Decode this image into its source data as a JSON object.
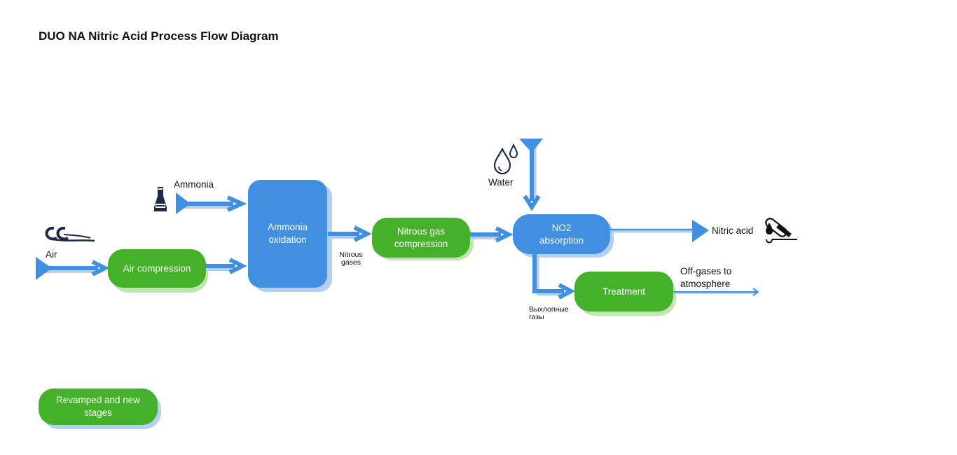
{
  "title": "DUO NA Nitric Acid Process Flow Diagram",
  "nodes": {
    "ammonia_oxidation": "Ammonia oxidation",
    "air_compression": "Air compression",
    "nitrous_gas_compression": "Nitrous gas compression",
    "no2_absorption": "NO2 absorption",
    "treatment": "Treatment"
  },
  "labels": {
    "ammonia": "Ammonia",
    "air": "Air",
    "water": "Water",
    "nitric_acid": "Nitric acid",
    "off_gases": "Off-gases to atmosphere",
    "nitrous_gases": "Nitrous gases",
    "exhaust_gases": "Выхлопные газы"
  },
  "legend": {
    "revamped_new": "Revamped and new stages"
  },
  "icons": {
    "ammonia": "ammonia-bottle-icon",
    "air": "wind-icon",
    "water": "water-drops-icon",
    "nitric_acid": "test-tube-pouring-icon"
  },
  "colors": {
    "green_stage": "#45b029",
    "blue_stage": "#418fe0",
    "arrow": "#418fe0",
    "shadow_blue": "#b3cff3",
    "shadow_green": "#bfe6b1"
  }
}
